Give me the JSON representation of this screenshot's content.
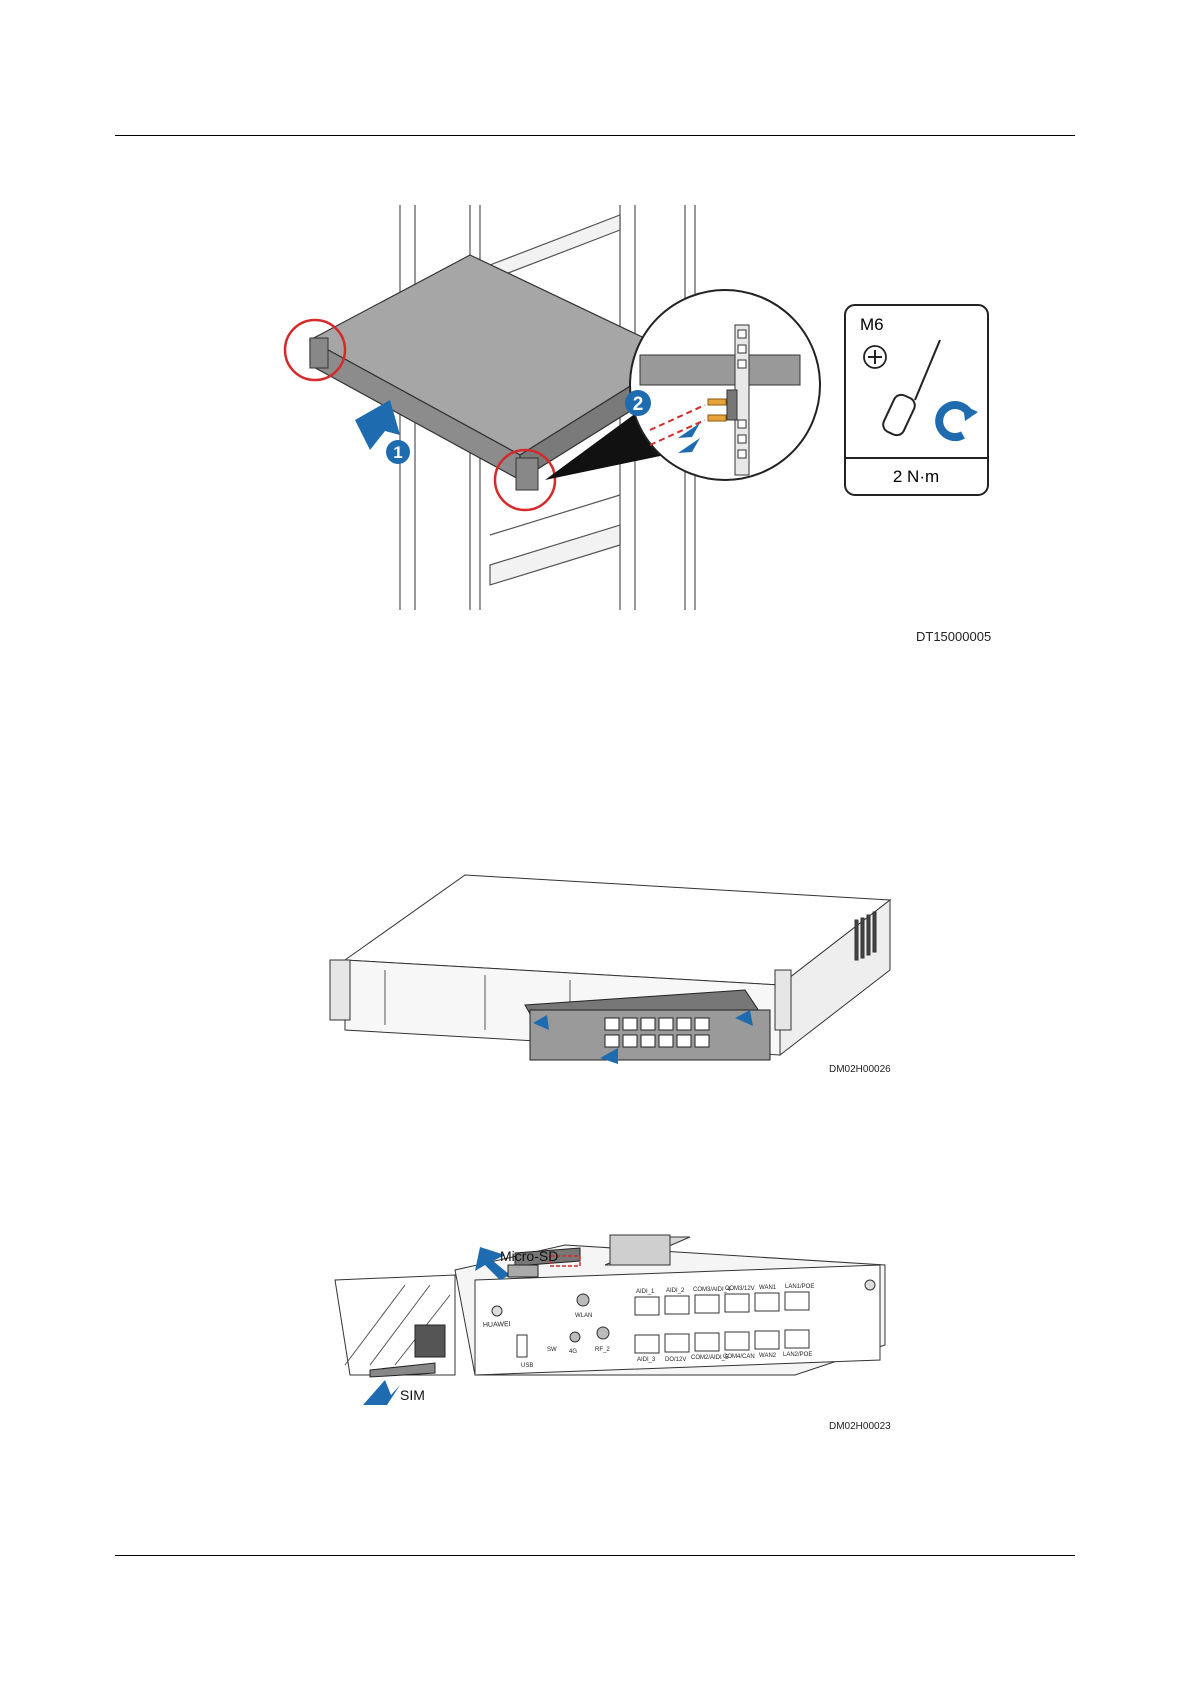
{
  "figures": [
    {
      "code": "DT15000005",
      "callouts": [
        "1",
        "2"
      ],
      "tool_panel": {
        "screw": "M6",
        "torque": "2 N·m",
        "icons": [
          "phillips-screw-icon",
          "screwdriver-icon",
          "clockwise-rotate-icon"
        ]
      }
    },
    {
      "code": "DM02H00026"
    },
    {
      "code": "DM02H00023",
      "labels": {
        "microsd": "Micro-SD",
        "sim": "SIM"
      },
      "port_labels": [
        "AIDI_1",
        "AIDI_2",
        "COM3/AIDI_4",
        "COM3/12V",
        "WAN1",
        "LAN1/POE",
        "AIDI_3",
        "DO/12V",
        "COM2/AIDI_5",
        "COM4/CAN",
        "WAN2",
        "LAN2/POE"
      ],
      "panel_labels": {
        "brand": "HUAWEI",
        "usb": "USB",
        "wlan": "WLAN",
        "fourg": "4G",
        "sw": "SW",
        "rf": "RF_2"
      }
    }
  ],
  "colors": {
    "accent_blue": "#1f6bb0",
    "highlight_red": "#d42a2a",
    "device_gray": "#9a9a9a"
  }
}
